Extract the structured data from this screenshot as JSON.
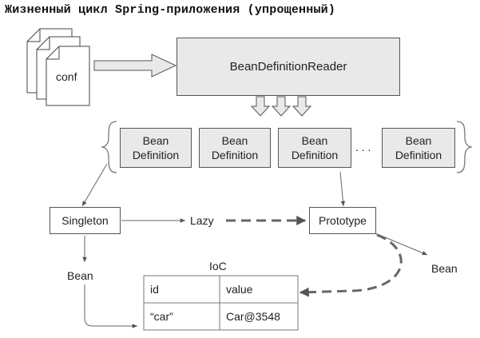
{
  "title": "Жизненный цикл Spring-приложения (упрощенный)",
  "conf_label": "conf",
  "reader_label": "BeanDefinitionReader",
  "bean_definition": "Bean\nDefinition",
  "ellipsis": ". . .",
  "singleton_label": "Singleton",
  "lazy_label": "Lazy",
  "prototype_label": "Prototype",
  "bean_label": "Bean",
  "ioc": {
    "title": "IoC",
    "headers": [
      "id",
      "value"
    ],
    "rows": [
      [
        "“car”",
        "Car@3548"
      ]
    ]
  }
}
